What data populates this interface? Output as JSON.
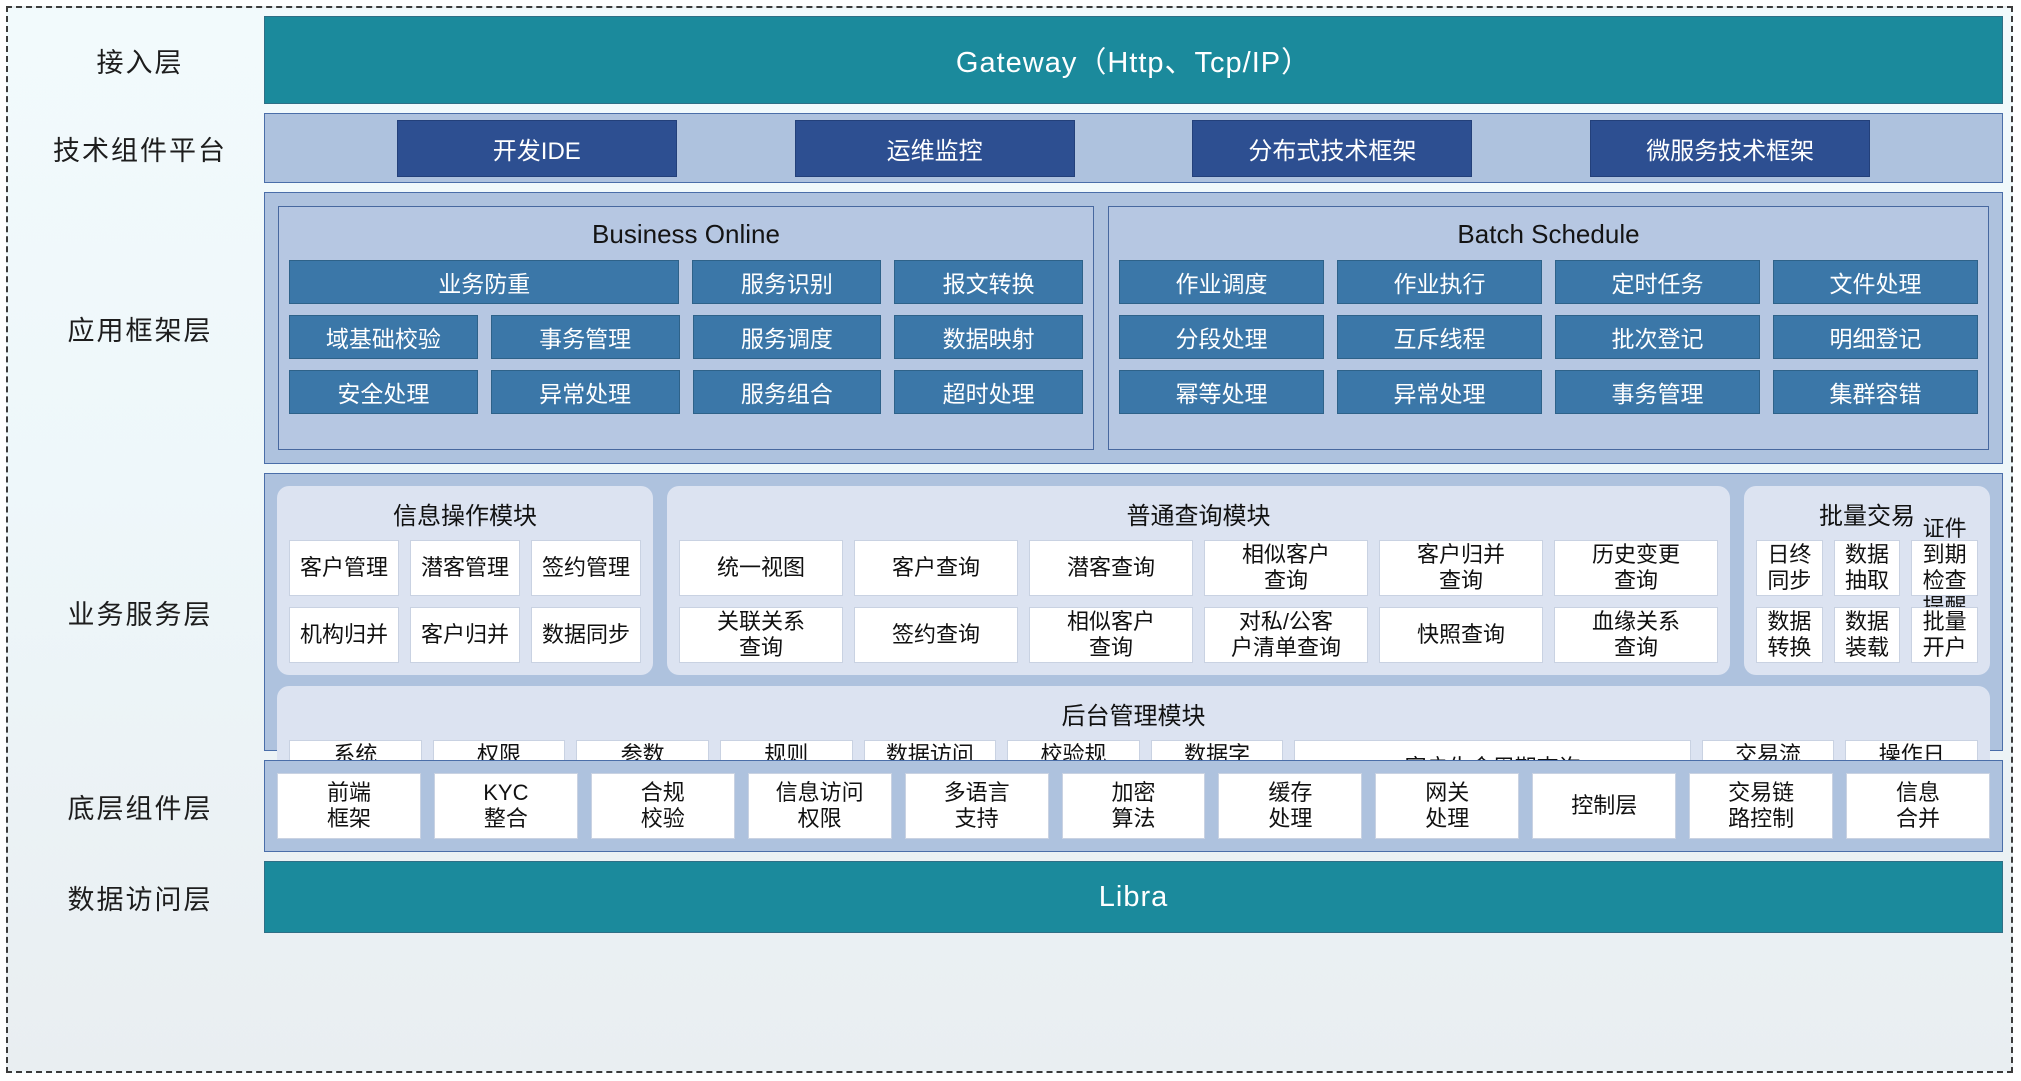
{
  "layers": {
    "access": {
      "label": "接入层",
      "bar": "Gateway（Http、Tcp/IP）"
    },
    "tech": {
      "label": "技术组件平台",
      "chips": [
        "开发IDE",
        "运维监控",
        "分布式技术框架",
        "微服务技术框架"
      ]
    },
    "app": {
      "label": "应用框架层",
      "panels": [
        {
          "title": "Business Online",
          "rows": [
            [
              "业务防重",
              "服务识别",
              "报文转换"
            ],
            [
              "域基础校验",
              "事务管理",
              "服务调度",
              "数据映射"
            ],
            [
              "安全处理",
              "异常处理",
              "服务组合",
              "超时处理"
            ]
          ]
        },
        {
          "title": "Batch Schedule",
          "rows": [
            [
              "作业调度",
              "作业执行",
              "定时任务",
              "文件处理"
            ],
            [
              "分段处理",
              "互斥线程",
              "批次登记",
              "明细登记"
            ],
            [
              "幂等处理",
              "异常处理",
              "事务管理",
              "集群容错"
            ]
          ]
        }
      ]
    },
    "business": {
      "label": "业务服务层",
      "modules": [
        {
          "title": "信息操作模块",
          "rows": [
            [
              "客户管理",
              "潜客管理",
              "签约管理"
            ],
            [
              "机构归并",
              "客户归并",
              "数据同步"
            ]
          ]
        },
        {
          "title": "普通查询模块",
          "rows": [
            [
              "统一视图",
              "客户查询",
              "潜客查询",
              "相似客户\n查询",
              "客户归并\n查询",
              "历史变更\n查询"
            ],
            [
              "关联关系\n查询",
              "签约查询",
              "相似客户\n查询",
              "对私/公客\n户清单查询",
              "快照查询",
              "血缘关系\n查询"
            ]
          ]
        },
        {
          "title": "批量交易",
          "rows": [
            [
              "日终\n同步",
              "数据\n抽取",
              "证件到期\n检查提醒"
            ],
            [
              "数据\n转换",
              "数据\n装载",
              "批量\n开户"
            ]
          ]
        },
        {
          "title": "后台管理模块",
          "rows": [
            [
              "系统\n管理",
              "权限\n管理",
              "参数\n管理",
              "规则\n配置",
              "数据访问\n控制",
              "校验规\n则管理",
              "数据字\n典管理",
              "客户生命周期查询",
              "交易流\n水查询",
              "操作日\n志查询"
            ]
          ]
        }
      ]
    },
    "component": {
      "label": "底层组件层",
      "items": [
        "前端\n框架",
        "KYC\n整合",
        "合规\n校验",
        "信息访问\n权限",
        "多语言\n支持",
        "加密\n算法",
        "缓存\n处理",
        "网关\n处理",
        "控制层",
        "交易链\n路控制",
        "信息\n合并"
      ]
    },
    "data": {
      "label": "数据访问层",
      "bar": "Libra"
    }
  },
  "colors": {
    "teal": "#1b8a9c",
    "band": "#aec2de",
    "panel": "#b6c7e2",
    "blue_cell": "#3b77a8",
    "dark_chip": "#2d4f91",
    "white_cell": "#ffffff",
    "mod_card": "#dce3f1"
  }
}
